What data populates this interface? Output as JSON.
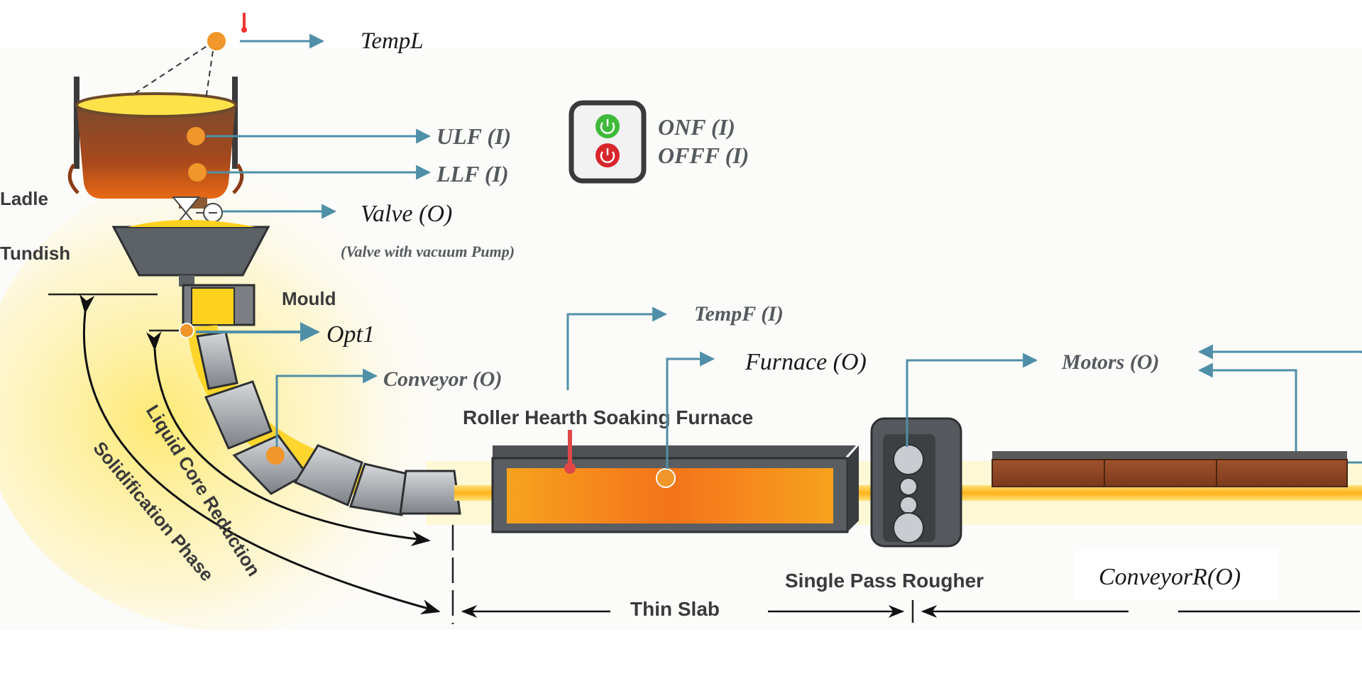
{
  "labels": {
    "temp_ladle": "TempL",
    "ulf": "ULF (I)",
    "llf": "LLF (I)",
    "valve": "Valve (O)",
    "valve_note": "(Valve with vacuum Pump)",
    "onf": "ONF (I)",
    "offf": "OFFF (I)",
    "ladle": "Ladle",
    "tundish": "Tundish",
    "mould": "Mould",
    "opt1": "Opt1",
    "conveyor": "Conveyor (O)",
    "tempf": "TempF (I)",
    "furnace": "Furnace (O)",
    "motors": "Motors (O)",
    "furnace_title": "Roller Hearth Soaking Furnace",
    "liquid_core": "Liquid Core Reduction",
    "solidification": "Solidification Phase",
    "thin_slab": "Thin Slab",
    "rougher": "Single Pass Rougher",
    "conveyor_r": "ConveyorR(O)"
  },
  "colors": {
    "sensor_orange": "#f0962a",
    "arrow_blue": "#4f8fa8",
    "on_green": "#3fb93a",
    "off_red": "#d8262c",
    "steel_yellow": "#ffd21e"
  }
}
